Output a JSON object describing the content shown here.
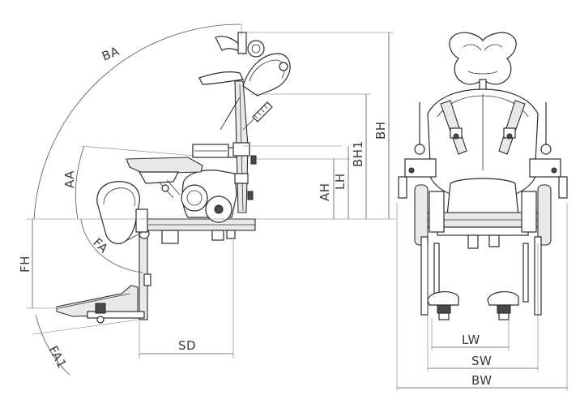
{
  "dimensions": {
    "BA": "BA",
    "AA": "AA",
    "FA": "FA",
    "FA1": "FA1",
    "FH": "FH",
    "SD": "SD",
    "AH": "AH",
    "LH": "LH",
    "BH1": "BH1",
    "BH": "BH",
    "LW": "LW",
    "SW": "SW",
    "BW": "BW"
  },
  "colors": {
    "line": "#2b2b2b",
    "dimension": "#555555",
    "fill": "#e9e9e9",
    "background": "#ffffff"
  }
}
